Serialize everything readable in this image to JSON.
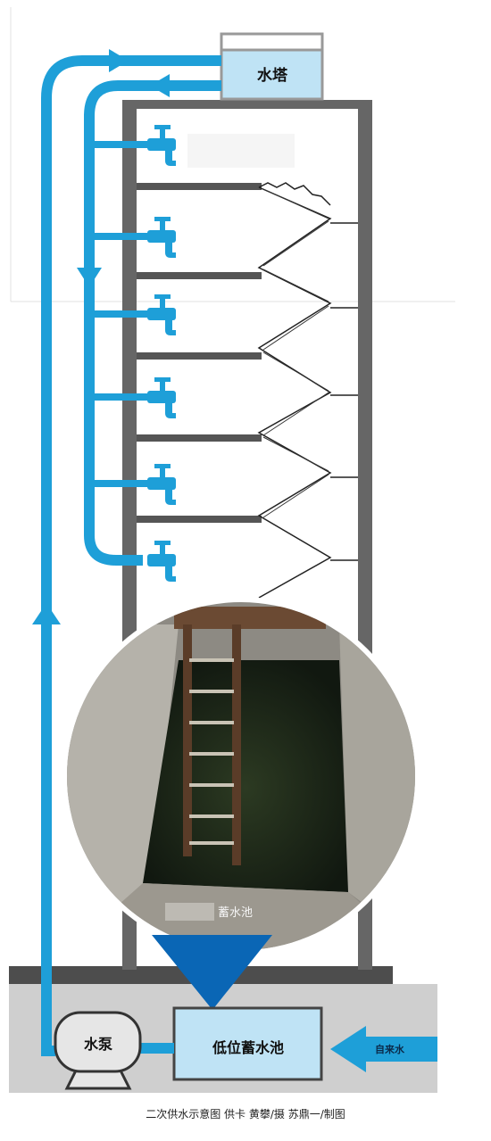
{
  "labels": {
    "water_tower": "水塔",
    "pump": "水泵",
    "low_tank": "低位蓄水池",
    "tap_water": "自来水",
    "photo_caption": "蓄水池",
    "blurred_top_text": "",
    "credit": "二次供水示意图 供卡 黄攀/摄 苏鼎一/制图"
  },
  "colors": {
    "pipe": "#1e9fd8",
    "pipe_dark": "#0a66b5",
    "wall": "#666666",
    "tower_fill": "#bfe3f5",
    "pump_fill": "#e6e6e6",
    "ground": "#c8c8c8"
  },
  "icons": {
    "faucet": "faucet-icon",
    "arrow": "arrow-icon"
  }
}
